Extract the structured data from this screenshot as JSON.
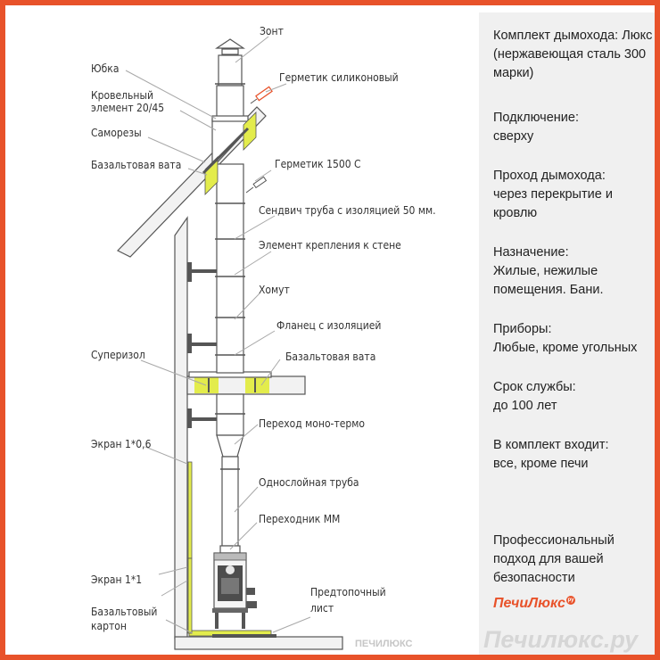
{
  "colors": {
    "accent": "#e8522a",
    "insulation": "#e3ec4c",
    "panel_bg": "#f0f0f0",
    "structure_line": "#555555",
    "leader_line": "#a8a8a8"
  },
  "diagram": {
    "labels": {
      "zont": "Зонт",
      "yubka": "Юбка",
      "roof_element_1": "Кровельный",
      "roof_element_2": "элемент 20/45",
      "germetik_silicone": "Герметик силиконовый",
      "samorezy": "Саморезы",
      "bazalt_roof": "Базальтовая вата",
      "germetik_1500": "Герметик 1500 С",
      "sandwich": "Сендвич труба с изоляцией 50 мм.",
      "wall_mount": "Элемент крепления к стене",
      "khomut": "Хомут",
      "flanets": "Фланец с изоляцией",
      "superizol": "Суперизол",
      "bazalt_ceiling": "Базальтовая вата",
      "mono_termo": "Переход моно-термо",
      "screen_06": "Экран 1*0,6",
      "single_pipe": "Однослойная труба",
      "adapter_mm": "Переходник ММ",
      "screen_1": "Экран 1*1",
      "predtopochny_1": "Предтопочный",
      "predtopochny_2": "лист",
      "bazalt_karton_1": "Базальтовый",
      "bazalt_karton_2": "картон"
    },
    "watermark_small": "ПЕЧИЛЮКС"
  },
  "panel": {
    "intro": "Комплект дымохода: Люкс (нержавеющая сталь 300 марки)",
    "sections": [
      {
        "title": "Подключение:",
        "value": "сверху"
      },
      {
        "title": "Проход дымохода:",
        "value": "через перекрытие и кровлю"
      },
      {
        "title": "Назначение:",
        "value": "Жилые, нежилые помещения. Бани."
      },
      {
        "title": "Приборы:",
        "value": "Любые, кроме угольных"
      },
      {
        "title": "Срок службы:",
        "value": "до 100 лет"
      },
      {
        "title": "В комплект входит:",
        "value": "все, кроме печи"
      }
    ],
    "footer": "Профессиональный подход для вашей безопасности",
    "brand": "ПечиЛюкс",
    "brand_badge": "ру"
  },
  "watermark": "Печилюкс.ру"
}
